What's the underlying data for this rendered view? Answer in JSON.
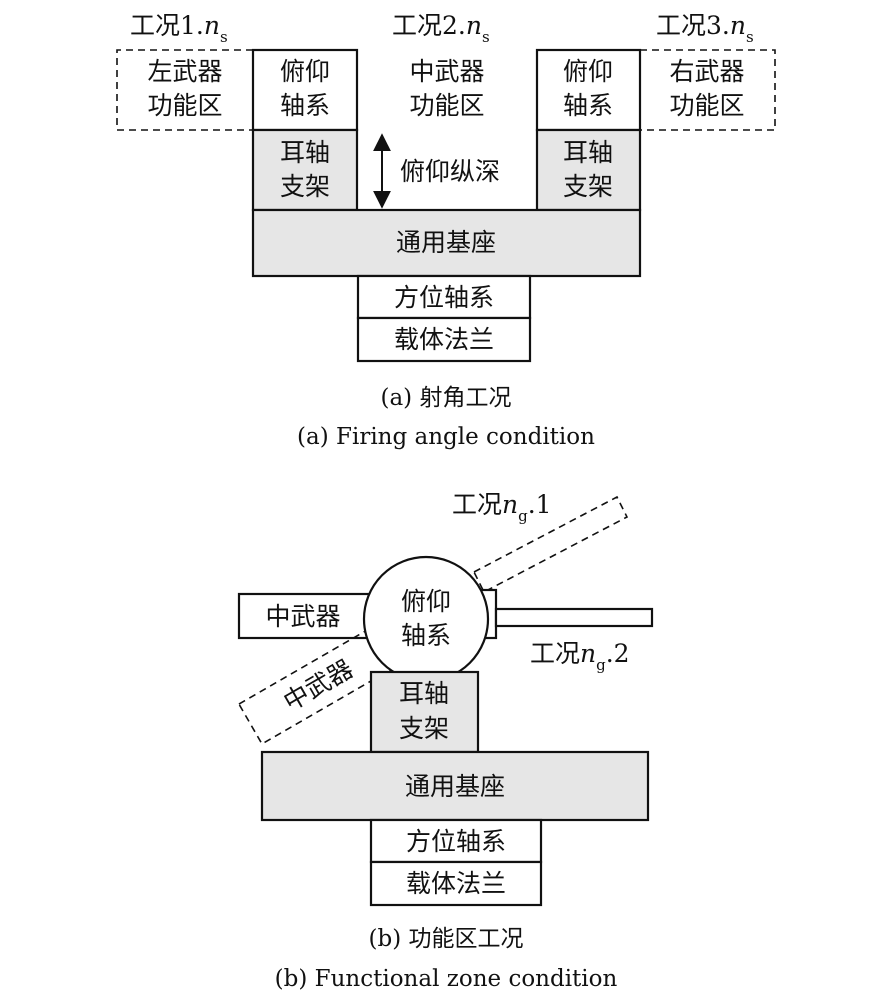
{
  "colors": {
    "stroke": "#111111",
    "box_fill": "#ffffff",
    "shaded_fill": "#e6e6e6"
  },
  "figure_a": {
    "cases": {
      "case1": {
        "main": "工况1.",
        "var": "n",
        "sub": "s"
      },
      "case2": {
        "main": "工况2.",
        "var": "n",
        "sub": "s"
      },
      "case3": {
        "main": "工况3.",
        "var": "n",
        "sub": "s"
      }
    },
    "left_zone": [
      "左武器",
      "功能区"
    ],
    "left_pitch": [
      "俯仰",
      "轴系"
    ],
    "center_zone": [
      "中武器",
      "功能区"
    ],
    "right_pitch": [
      "俯仰",
      "轴系"
    ],
    "right_zone": [
      "右武器",
      "功能区"
    ],
    "left_trunnion": [
      "耳轴",
      "支架"
    ],
    "pitch_depth": "俯仰纵深",
    "right_trunnion": [
      "耳轴",
      "支架"
    ],
    "base": "通用基座",
    "azimuth": "方位轴系",
    "flange": "载体法兰",
    "caption_cn": "(a) 射角工况",
    "caption_en": "(a) Firing angle condition"
  },
  "figure_b": {
    "case1": {
      "main": "工况",
      "var": "n",
      "sub": "g",
      "tail": ".1"
    },
    "case2": {
      "main": "工况",
      "var": "n",
      "sub": "g",
      "tail": ".2"
    },
    "weapon_label": "中武器",
    "weapon_tilted_label": "中武器",
    "pitch": [
      "俯仰",
      "轴系"
    ],
    "trunnion": [
      "耳轴",
      "支架"
    ],
    "base": "通用基座",
    "azimuth": "方位轴系",
    "flange": "载体法兰",
    "caption_cn": "(b) 功能区工况",
    "caption_en": "(b) Functional zone condition"
  }
}
